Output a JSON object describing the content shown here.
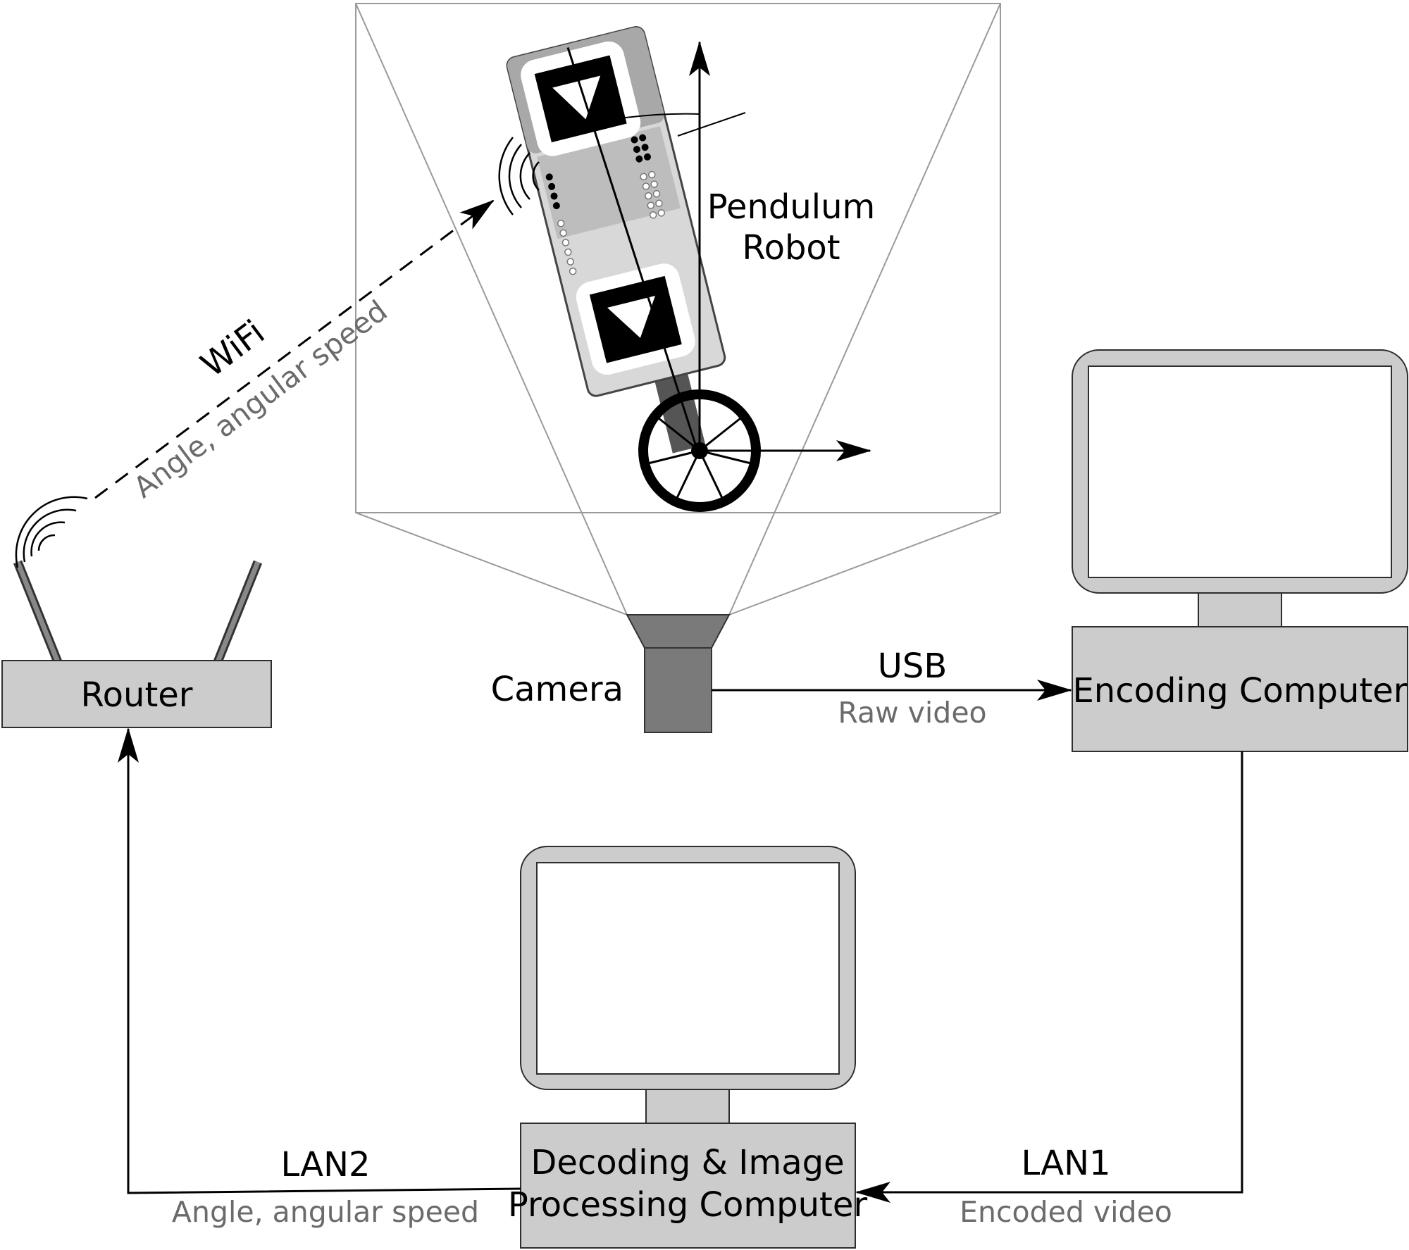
{
  "nodes": {
    "router": "Router",
    "camera": "Camera",
    "robot_line1": "Pendulum",
    "robot_line2": "Robot",
    "encoder": "Encoding Computer",
    "decoder_line1": "Decoding & Image",
    "decoder_line2": "Processing Computer"
  },
  "links": {
    "wifi": {
      "label": "WiFi",
      "sub": "Angle, angular speed"
    },
    "usb": {
      "label": "USB",
      "sub": "Raw video"
    },
    "lan1": {
      "label": "LAN1",
      "sub": "Encoded video"
    },
    "lan2": {
      "label": "LAN2",
      "sub": "Angle, angular speed"
    }
  },
  "colors": {
    "box_fill": "#cccccc",
    "camera_fill": "#7a7a7a",
    "sub_label": "#6b6b6b"
  }
}
